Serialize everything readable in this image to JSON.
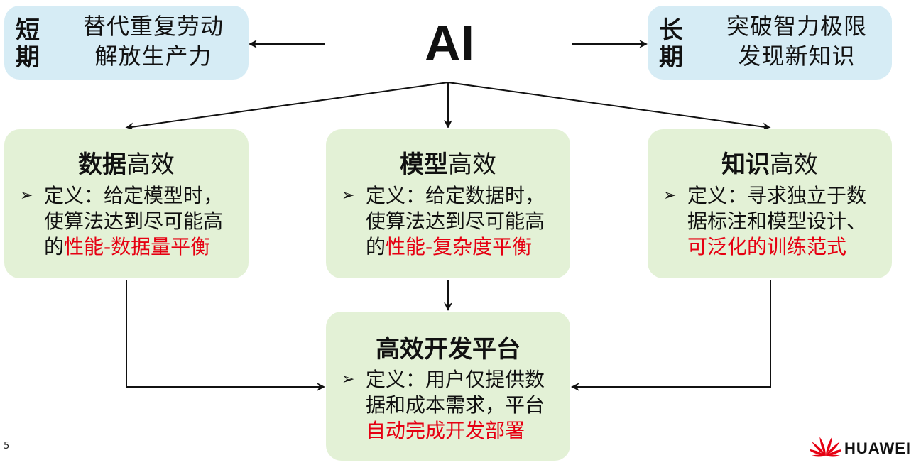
{
  "short_term": {
    "label_line1": "短",
    "label_line2": "期",
    "text_line1": "替代重复劳动",
    "text_line2": "解放生产力"
  },
  "long_term": {
    "label_line1": "长",
    "label_line2": "期",
    "text_line1": "突破智力极限",
    "text_line2": "发现新知识"
  },
  "center": {
    "title": "AI"
  },
  "cards": {
    "data": {
      "title_bold": "数据",
      "title_rest": "高效",
      "bullet": "➢",
      "line1": "定义：给定模型时，",
      "line2": "使算法达到尽可能高",
      "line3_plain": "的",
      "line3_red": "性能-数据量平衡"
    },
    "model": {
      "title_bold": "模型",
      "title_rest": "高效",
      "bullet": "➢",
      "line1": "定义：给定数据时，",
      "line2": "使算法达到尽可能高",
      "line3_plain": "的",
      "line3_red": "性能-复杂度平衡"
    },
    "knowledge": {
      "title_bold": "知识",
      "title_rest": "高效",
      "bullet": "➢",
      "line1": "定义：寻求独立于数",
      "line2": "据标注和模型设计、",
      "line3_red": "可泛化的训练范式"
    },
    "platform": {
      "title_bold": "高效开发平台",
      "bullet": "➢",
      "line1": "定义：用户仅提供数",
      "line2": "据和成本需求，平台",
      "line3_red": "自动完成开发部署"
    }
  },
  "footer": {
    "page_number": "5",
    "logo_text": "HUAWEI",
    "brand_color": "#e60012"
  },
  "colors": {
    "blue_box": "#d6ecf5",
    "green_box": "#e3f1d6",
    "highlight": "#e60012"
  }
}
